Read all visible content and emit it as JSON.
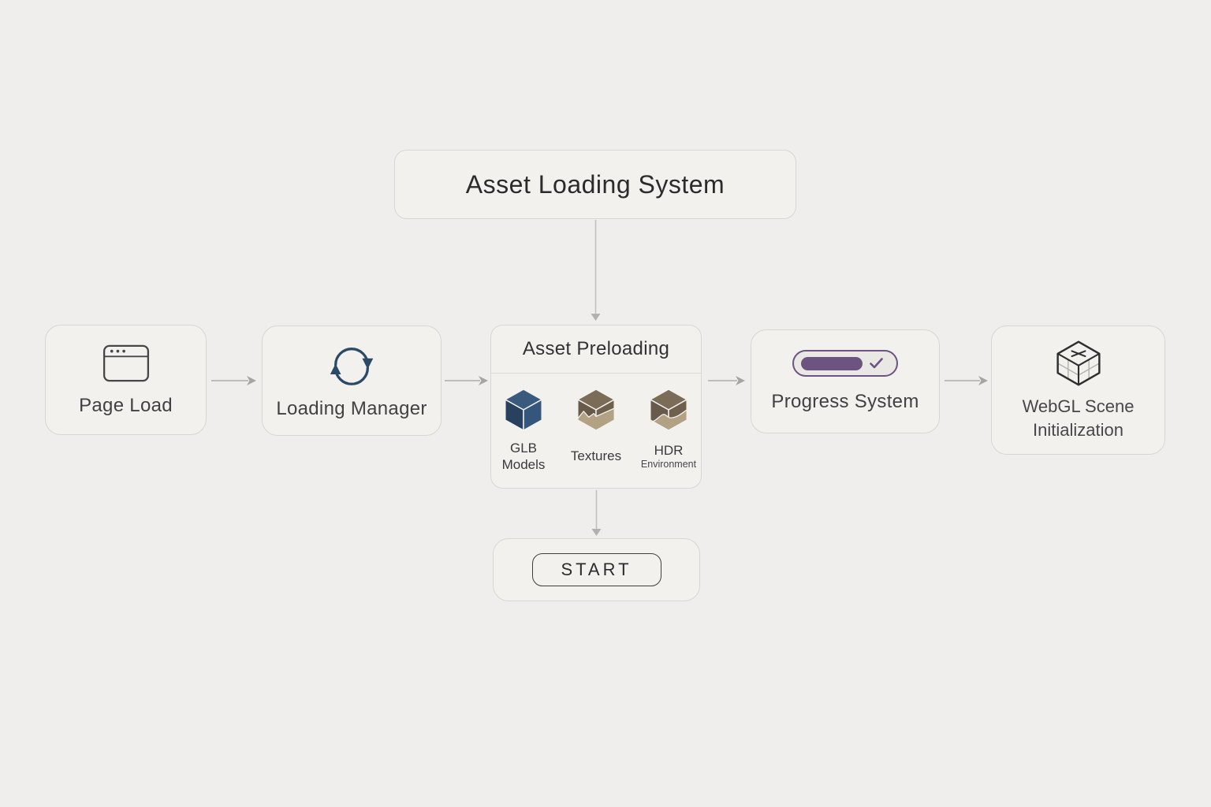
{
  "diagram": {
    "title": "Asset Loading System",
    "nodes": {
      "page_load": {
        "label": "Page Load",
        "icon": "browser-window-icon"
      },
      "loading_manager": {
        "label": "Loading Manager",
        "icon": "sync-arrows-icon"
      },
      "asset_preloading": {
        "label": "Asset Preloading",
        "assets": [
          {
            "name": "GLB Models",
            "line1": "GLB",
            "line2": "Models",
            "icon": "cube-blue-icon"
          },
          {
            "name": "Textures",
            "line1": "Textures",
            "line2": "",
            "icon": "cube-textures-icon"
          },
          {
            "name": "HDR Environment",
            "line1": "HDR",
            "line2": "Environment",
            "icon": "cube-hdr-icon"
          }
        ]
      },
      "progress_system": {
        "label": "Progress System",
        "icon": "progress-bar-icon",
        "progress_fill_percent": 65,
        "has_checkmark": true
      },
      "webgl_scene": {
        "label_line1": "WebGL Scene",
        "label_line2": "Initialization",
        "icon": "wireframe-cube-icon"
      },
      "start": {
        "label": "START"
      }
    },
    "flow": [
      "Asset Loading System -> Asset Preloading",
      "Page Load -> Loading Manager",
      "Loading Manager -> Asset Preloading",
      "Asset Preloading -> Progress System",
      "Progress System -> WebGL Scene Initialization",
      "Asset Preloading -> START"
    ],
    "colors": {
      "background": "#efeeec",
      "node_fill": "#f2f1ee",
      "node_border": "#d8d6d2",
      "title_text": "#2b2b2b",
      "label_text": "#414141",
      "arrow": "#aeaca9",
      "accent_navy": "#2b4a68",
      "accent_purple": "#6d5380",
      "cube_blue_top": "#3a5a7d",
      "cube_blue_left": "#27415f",
      "cube_blue_right": "#35567c",
      "cube_brown_top": "#7b6c58",
      "cube_brown_left": "#685a4a",
      "cube_brown_right": "#6f604d",
      "cube_tan": "#b3a183"
    }
  }
}
